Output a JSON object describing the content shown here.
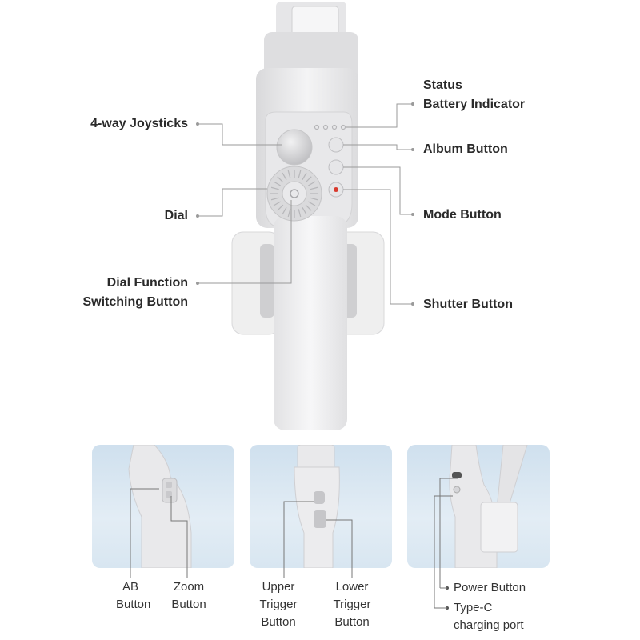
{
  "top_labels": {
    "status": "Status",
    "battery_indicator": "Battery Indicator",
    "joysticks": "4-way Joysticks",
    "album_button": "Album Button",
    "dial": "Dial",
    "mode_button": "Mode Button",
    "dial_function_line1": "Dial Function",
    "dial_function_line2": "Switching Button",
    "shutter_button": "Shutter Button"
  },
  "panel_labels": {
    "ab_button": [
      "AB",
      "Button"
    ],
    "zoom_button": [
      "Zoom",
      "Button"
    ],
    "upper_trigger": [
      "Upper",
      "Trigger",
      "Button"
    ],
    "lower_trigger": [
      "Lower",
      "Trigger",
      "Button"
    ],
    "power_button": "Power Button",
    "type_c": [
      "Type-C",
      "charging port"
    ]
  },
  "colors": {
    "body": "#ececed",
    "panel_bg": "#d5e4f0",
    "line": "#9a9a9a",
    "shutter_dot": "#d83a2e"
  },
  "icons": [
    "gimbal-device",
    "joystick-icon",
    "dial-icon",
    "album-icon",
    "mode-icon",
    "shutter-icon"
  ]
}
